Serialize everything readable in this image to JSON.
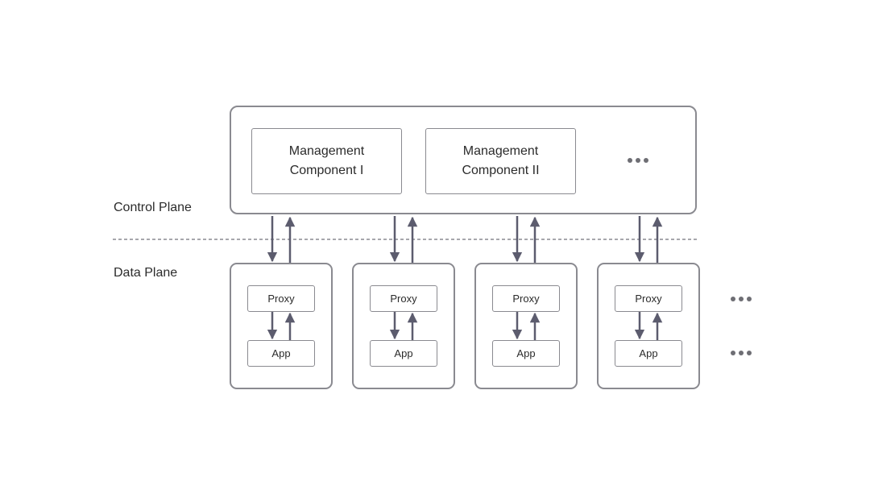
{
  "labels": {
    "control_plane": "Control Plane",
    "data_plane": "Data Plane"
  },
  "management_components": [
    {
      "line1": "Management",
      "line2": "Component I"
    },
    {
      "line1": "Management",
      "line2": "Component II"
    }
  ],
  "nodes": [
    {
      "proxy": "Proxy",
      "app": "App"
    },
    {
      "proxy": "Proxy",
      "app": "App"
    },
    {
      "proxy": "Proxy",
      "app": "App"
    },
    {
      "proxy": "Proxy",
      "app": "App"
    }
  ],
  "colors": {
    "border": "#8a8a90",
    "arrow": "#5c5c6e",
    "divider": "#8a8a90",
    "text": "#2b2b2b"
  }
}
